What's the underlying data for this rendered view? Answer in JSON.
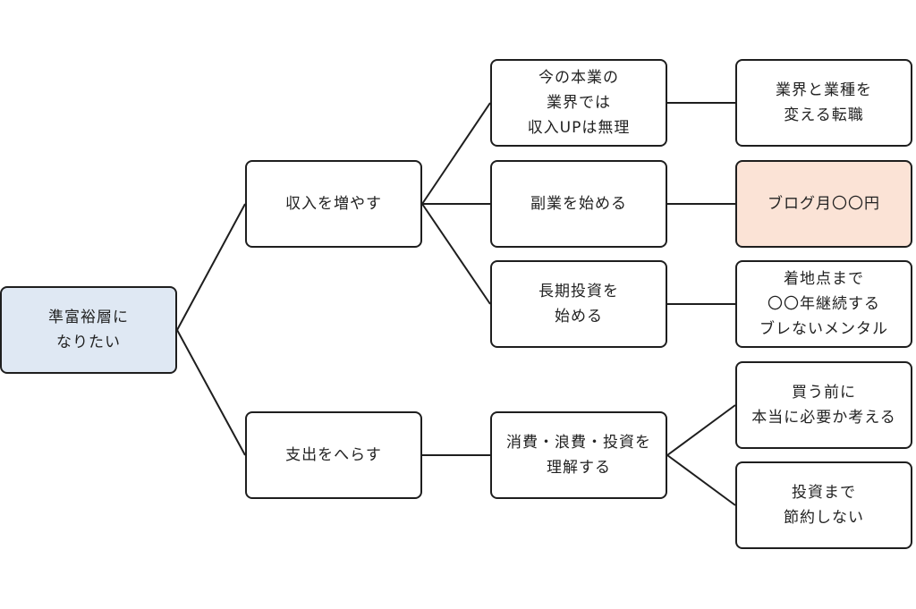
{
  "diagram": {
    "root": {
      "label": "準富裕層に\nなりたい",
      "fill": "#dfe8f3"
    },
    "branches": [
      {
        "label": "収入を増やす",
        "children": [
          {
            "label": "今の本業の\n業界では\n収入UPは無理",
            "leaf": "業界と業種を\n変える転職"
          },
          {
            "label": "副業を始める",
            "leaf": "ブログ月〇〇円",
            "leaf_fill": "#fbe3d6"
          },
          {
            "label": "長期投資を\n始める",
            "leaf": "着地点まで\n〇〇年継続する\nブレないメンタル"
          }
        ]
      },
      {
        "label": "支出をへらす",
        "children": [
          {
            "label": "消費・浪費・投資を\n理解する",
            "leaves": [
              "買う前に\n本当に必要か考える",
              "投資まで\n節約しない"
            ]
          }
        ]
      }
    ],
    "colors": {
      "border": "#1e1e1e",
      "line": "#1e1e1e",
      "root_fill": "#dfe8f3",
      "highlight_fill": "#fbe3d6"
    }
  }
}
